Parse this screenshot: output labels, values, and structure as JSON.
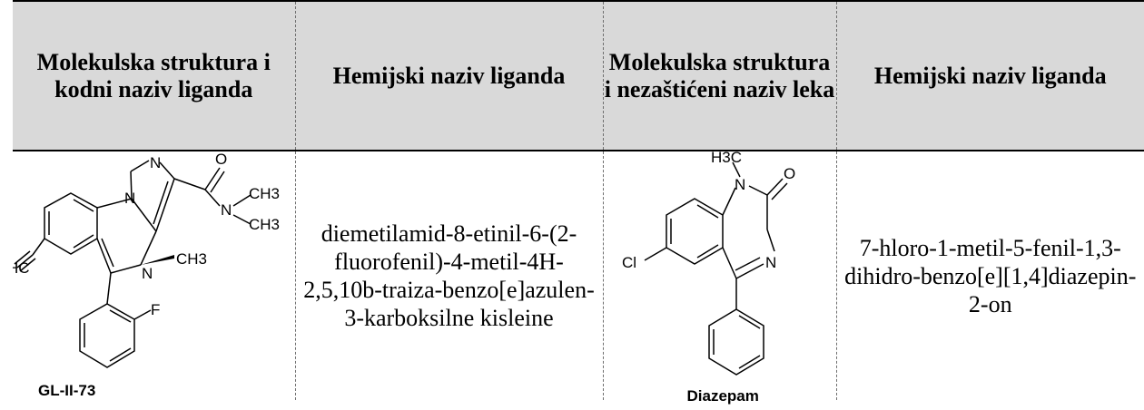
{
  "headers": [
    "Molekulska struktura i kodni naziv liganda",
    "Hemijski naziv liganda",
    "Molekulska struktura i nezaštićeni naziv leka",
    "Hemijski naziv liganda"
  ],
  "row": {
    "ligand_code": "GL-II-73",
    "ligand_chemical_name": "diemetilamid-8-etinil-6-(2-fluorofenil)-4-metil-4H-2,5,10b-traiza-benzo[e]azulen-3-karboksilne kisleine",
    "drug_name": "Diazepam",
    "drug_chemical_name": "7-hloro-1-metil-5-fenil-1,3-dihidro-benzo[e][1,4]diazepin-2-on"
  },
  "atoms": {
    "gl": {
      "n1": "N",
      "o": "O",
      "n_amide": "N",
      "ch3_a": "CH3",
      "ch3_b": "CH3",
      "ch3_c": "CH3",
      "n_ring": "N",
      "n_imine": "N",
      "hc": "HC",
      "f": "F"
    },
    "dz": {
      "h3c": "H3C",
      "n1": "N",
      "o": "O",
      "cl": "Cl",
      "n_imine": "N"
    }
  }
}
